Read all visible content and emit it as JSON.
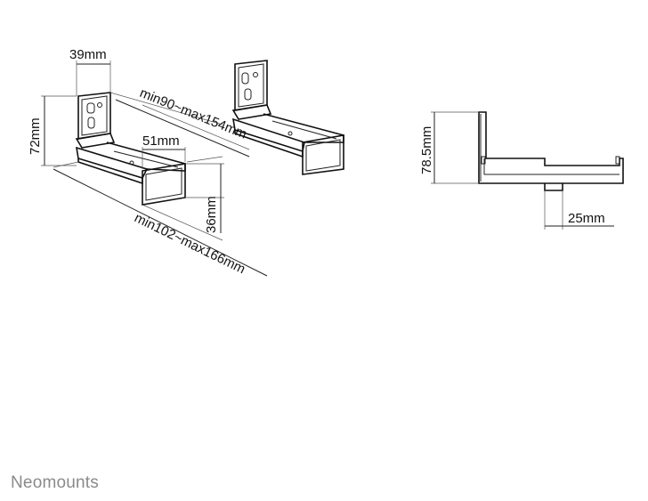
{
  "dimensions": {
    "top_width": "39mm",
    "height_72": "72mm",
    "min90_max154": "min90~max154mm",
    "width_51": "51mm",
    "height_36": "36mm",
    "min102_max166": "min102~max166mm",
    "height_78_5": "78.5mm",
    "offset_25": "25mm"
  },
  "brand": {
    "name": "Neomounts"
  }
}
